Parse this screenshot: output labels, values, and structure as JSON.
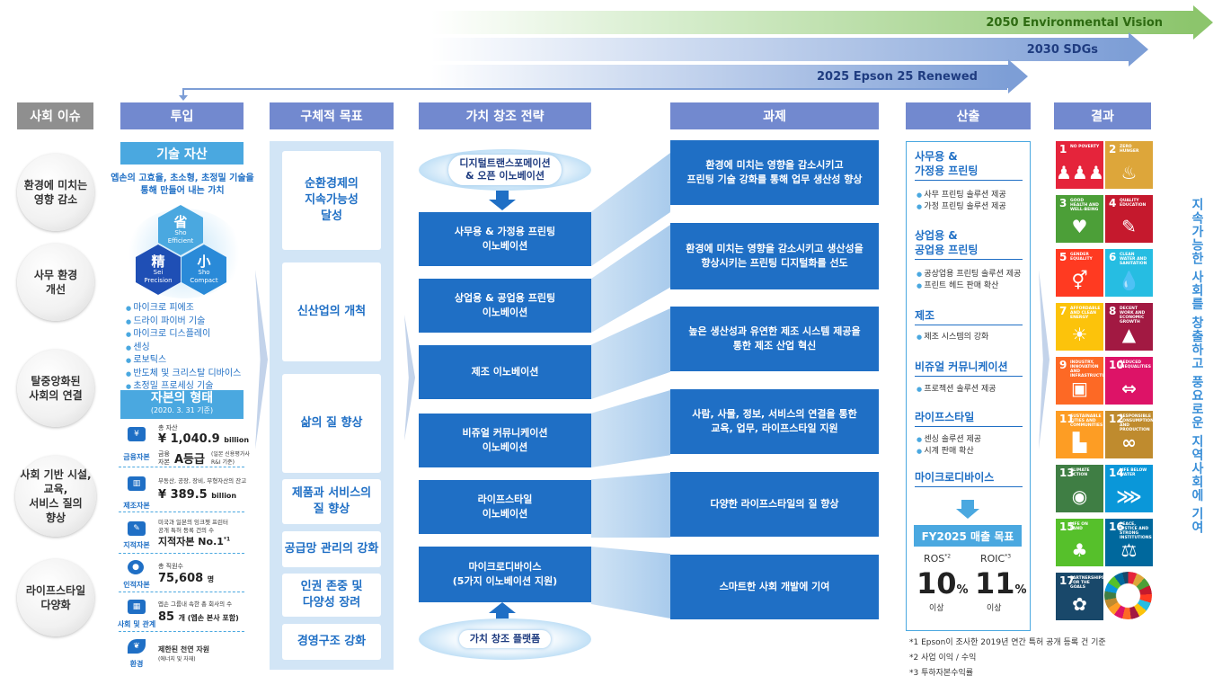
{
  "timeline": {
    "vision2050": "2050 Environmental Vision",
    "sdgs2030": "2030 SDGs",
    "epson2025": "2025 Epson 25 Renewed"
  },
  "headers": [
    "사회 이슈",
    "투입",
    "구체적 목표",
    "가치 창조 전략",
    "과제",
    "산출",
    "결과"
  ],
  "social_issues": [
    "환경에 미치는\n영향 감소",
    "사무 환경\n개선",
    "탈중앙화된\n사회의 연결",
    "사회 기반 시설,\n교육,\n서비스 질의\n향상",
    "라이프스타일\n다양화"
  ],
  "input": {
    "tech_title": "기술 자산",
    "tech_desc": "엡손의 고효율, 초소형, 초정밀 기술을\n통해 만들어 내는 가치",
    "hex": {
      "sho": {
        "big": "省",
        "sub1": "Sho",
        "sub2": "Efficient"
      },
      "sei": {
        "big": "精",
        "sub1": "Sei",
        "sub2": "Precision"
      },
      "ko": {
        "big": "小",
        "sub1": "Sho",
        "sub2": "Compact"
      }
    },
    "tech_list": [
      "마이크로 피에조",
      "드라이 파이버 기술",
      "마이크로 디스플레이",
      "센싱",
      "로보틱스",
      "반도체 및 크리스탈 디바이스",
      "초정밀 프로세싱 기술"
    ],
    "capital_title": "자본의 형태",
    "capital_date": "(2020. 3. 31 기준)",
    "capitals": [
      {
        "label": "금융자본",
        "icon": "¥",
        "t1": "총 자산",
        "v1": "¥ 1,040.9",
        "u1": "billion",
        "t2": "금융\n자본",
        "v2": "A등급",
        "t3": "(일본 신용평가사\nR&I 기준)"
      },
      {
        "label": "제조자본",
        "icon": "▥",
        "t1": "부동산, 공장, 장비, 무형자산의 잔고",
        "v1": "¥ 389.5",
        "u1": "billion"
      },
      {
        "label": "지적자본",
        "icon": "✎",
        "t1": "미국과 일본의 잉크젯 프린터\n공개 특허 등록 건의 수",
        "v1": "지적자본 No.1",
        "u1": "*1"
      },
      {
        "label": "인적자본",
        "icon": "●",
        "t1": "총 직원수",
        "v1": "75,608",
        "u1": "명"
      },
      {
        "label": "사회 및 관계",
        "icon": "▦",
        "t1": "엡손 그룹내 속한 총 회사의 수",
        "v1": "85",
        "u1": "개 (엡손 본사 포함)"
      },
      {
        "label": "환경",
        "icon": "❦",
        "t1": "제한된 천연 자원",
        "t1b": "(에너지 및 자재)"
      }
    ]
  },
  "goals": [
    "순환경제의\n지속가능성\n달성",
    "신산업의 개척",
    "삶의 질 향상",
    "제품과 서비스의\n질 향상",
    "공급망 관리의 강화",
    "인권 존중 및\n다양성 장려",
    "경영구조 강화"
  ],
  "strategy": {
    "top_oval": "디지털트랜스포메이션\n& 오픈 이노베이션",
    "items": [
      "사무용 & 가정용 프린팅\n이노베이션",
      "상업용 & 공업용 프린팅\n이노베이션",
      "제조 이노베이션",
      "비쥬얼 커뮤니케이션\n이노베이션",
      "라이프스타일\n이노베이션",
      "마이크로디바이스\n(5가지 이노베이션 지원)"
    ],
    "bottom_oval": "가치 창조 플랫폼"
  },
  "tasks": [
    "환경에 미치는 영향을 감소시키고\n프린팅 기술 강화를 통해 업무 생산성 향상",
    "환경에 미치는 영향을 감소시키고 생산성을\n향상시키는 프린팅 디지털화를 선도",
    "높은 생산성과 유연한 제조 시스템 제공을\n통한 제조 산업 혁신",
    "사람, 사물, 정보, 서비스의 연결을 통한\n교육, 업무, 라이프스타일 지원",
    "다양한 라이프스타일의 질 향상",
    "스마트한 사회 개발에 기여"
  ],
  "outputs": [
    {
      "cat": "사무용 &\n가정용 프린팅",
      "items": [
        "사무 프린팅 솔루션 제공",
        "가정 프린팅 솔루션 제공"
      ]
    },
    {
      "cat": "상업용 &\n공업용 프린팅",
      "items": [
        "공상업용 프린팅 솔루션 제공",
        "프린트 헤드 판매 확산"
      ]
    },
    {
      "cat": "제조",
      "items": [
        "제조 시스템의 강화"
      ]
    },
    {
      "cat": "비쥬얼 커뮤니케이션",
      "items": [
        "프로젝션 솔루션 제공"
      ]
    },
    {
      "cat": "라이프스타일",
      "items": [
        "센싱 솔루션 제공",
        "시계 판매 확산"
      ]
    },
    {
      "cat": "마이크로디바이스",
      "items": []
    }
  ],
  "fy2025": {
    "title": "FY2025 매출 목표",
    "ros_label": "ROS",
    "ros_sup": "*2",
    "ros_val": "10",
    "ros_unit": "%",
    "ros_note": "이상",
    "roic_label": "ROIC",
    "roic_sup": "*3",
    "roic_val": "11",
    "roic_unit": "%",
    "roic_note": "이상"
  },
  "sdgs": [
    {
      "n": "1",
      "t": "NO POVERTY",
      "c": "#e5243b",
      "ic": "♟♟♟"
    },
    {
      "n": "2",
      "t": "ZERO HUNGER",
      "c": "#dda63a",
      "ic": "♨"
    },
    {
      "n": "3",
      "t": "GOOD HEALTH AND WELL-BEING",
      "c": "#4c9f38",
      "ic": "♥"
    },
    {
      "n": "4",
      "t": "QUALITY EDUCATION",
      "c": "#c5192d",
      "ic": "✎"
    },
    {
      "n": "5",
      "t": "GENDER EQUALITY",
      "c": "#ff3a21",
      "ic": "⚥"
    },
    {
      "n": "6",
      "t": "CLEAN WATER AND SANITATION",
      "c": "#26bde2",
      "ic": "💧"
    },
    {
      "n": "7",
      "t": "AFFORDABLE AND CLEAN ENERGY",
      "c": "#fcc30b",
      "ic": "☀"
    },
    {
      "n": "8",
      "t": "DECENT WORK AND ECONOMIC GROWTH",
      "c": "#a21942",
      "ic": "▲"
    },
    {
      "n": "9",
      "t": "INDUSTRY, INNOVATION AND INFRASTRUCTURE",
      "c": "#fd6925",
      "ic": "▣"
    },
    {
      "n": "10",
      "t": "REDUCED INEQUALITIES",
      "c": "#dd1367",
      "ic": "⇔"
    },
    {
      "n": "11",
      "t": "SUSTAINABLE CITIES AND COMMUNITIES",
      "c": "#fd9d24",
      "ic": "▙"
    },
    {
      "n": "12",
      "t": "RESPONSIBLE CONSUMPTION AND PRODUCTION",
      "c": "#bf8b2e",
      "ic": "∞"
    },
    {
      "n": "13",
      "t": "CLIMATE ACTION",
      "c": "#3f7e44",
      "ic": "◉"
    },
    {
      "n": "14",
      "t": "LIFE BELOW WATER",
      "c": "#0a97d9",
      "ic": "⋙"
    },
    {
      "n": "15",
      "t": "LIFE ON LAND",
      "c": "#56c02b",
      "ic": "♣"
    },
    {
      "n": "16",
      "t": "PEACE, JUSTICE AND STRONG INSTITUTIONS",
      "c": "#00689d",
      "ic": "⚖"
    },
    {
      "n": "17",
      "t": "PARTNERSHIPS FOR THE GOALS",
      "c": "#19486a",
      "ic": "✿"
    }
  ],
  "vertical_text": "지속가능한 사회를 창출하고 풍요로운 지역사회에 기여",
  "notes": [
    "*1 Epson이 조사한 2019년 연간 특허 공개 등록 건 기준",
    "*2 사업 이익 / 수익",
    "*3 투하자본수익률"
  ],
  "colors": {
    "primary": "#1f6fc5",
    "header": "#7289cf",
    "light": "#d2e5f6",
    "accent": "#4aa8e0",
    "green": "#8cc56c"
  }
}
